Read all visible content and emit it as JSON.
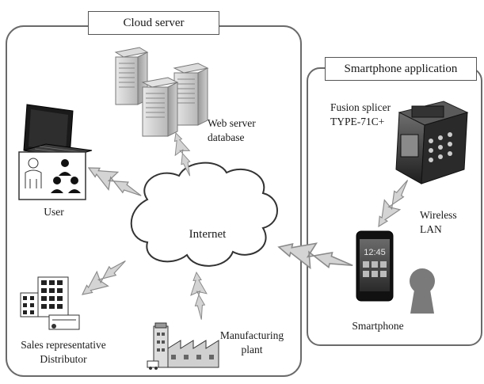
{
  "cloud_panel": {
    "title": "Cloud server"
  },
  "phone_panel": {
    "title": "Smartphone application"
  },
  "labels": {
    "web_server": [
      "Web server",
      "database"
    ],
    "user": "User",
    "internet": "Internet",
    "sales": [
      "Sales representative",
      "Distributor"
    ],
    "manufacturing": [
      "Manufacturing",
      "plant"
    ],
    "fusion_splicer": [
      "Fusion splicer",
      "TYPE-71C+"
    ],
    "wireless": [
      "Wireless",
      "LAN"
    ],
    "smartphone": "Smartphone"
  }
}
